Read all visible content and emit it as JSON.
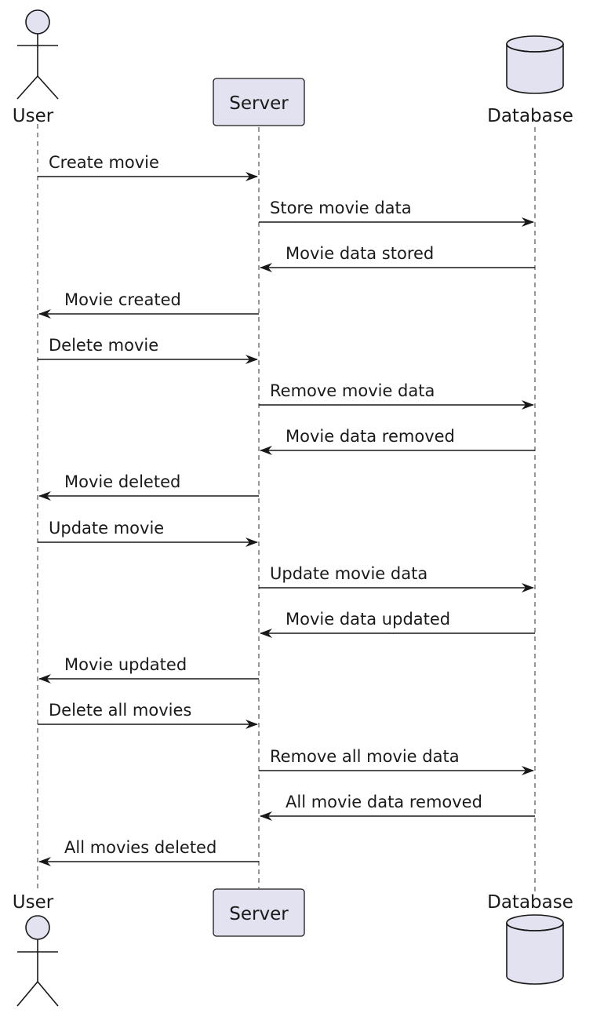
{
  "participants": [
    {
      "id": "user",
      "name": "User",
      "kind": "actor"
    },
    {
      "id": "server",
      "name": "Server",
      "kind": "participant"
    },
    {
      "id": "database",
      "name": "Database",
      "kind": "database"
    }
  ],
  "messages": [
    {
      "from": "user",
      "to": "server",
      "text": "Create movie"
    },
    {
      "from": "server",
      "to": "database",
      "text": "Store movie data"
    },
    {
      "from": "database",
      "to": "server",
      "text": "Movie data stored"
    },
    {
      "from": "server",
      "to": "user",
      "text": "Movie created"
    },
    {
      "from": "user",
      "to": "server",
      "text": "Delete movie"
    },
    {
      "from": "server",
      "to": "database",
      "text": "Remove movie data"
    },
    {
      "from": "database",
      "to": "server",
      "text": "Movie data removed"
    },
    {
      "from": "server",
      "to": "user",
      "text": "Movie deleted"
    },
    {
      "from": "user",
      "to": "server",
      "text": "Update movie"
    },
    {
      "from": "server",
      "to": "database",
      "text": "Update movie data"
    },
    {
      "from": "database",
      "to": "server",
      "text": "Movie data updated"
    },
    {
      "from": "server",
      "to": "user",
      "text": "Movie updated"
    },
    {
      "from": "user",
      "to": "server",
      "text": "Delete all movies"
    },
    {
      "from": "server",
      "to": "database",
      "text": "Remove all movie data"
    },
    {
      "from": "database",
      "to": "server",
      "text": "All movie data removed"
    },
    {
      "from": "server",
      "to": "user",
      "text": "All movies deleted"
    }
  ],
  "colors": {
    "participant_fill": "#e2e2f0",
    "stroke": "#181818",
    "lifeline": "#555555"
  }
}
